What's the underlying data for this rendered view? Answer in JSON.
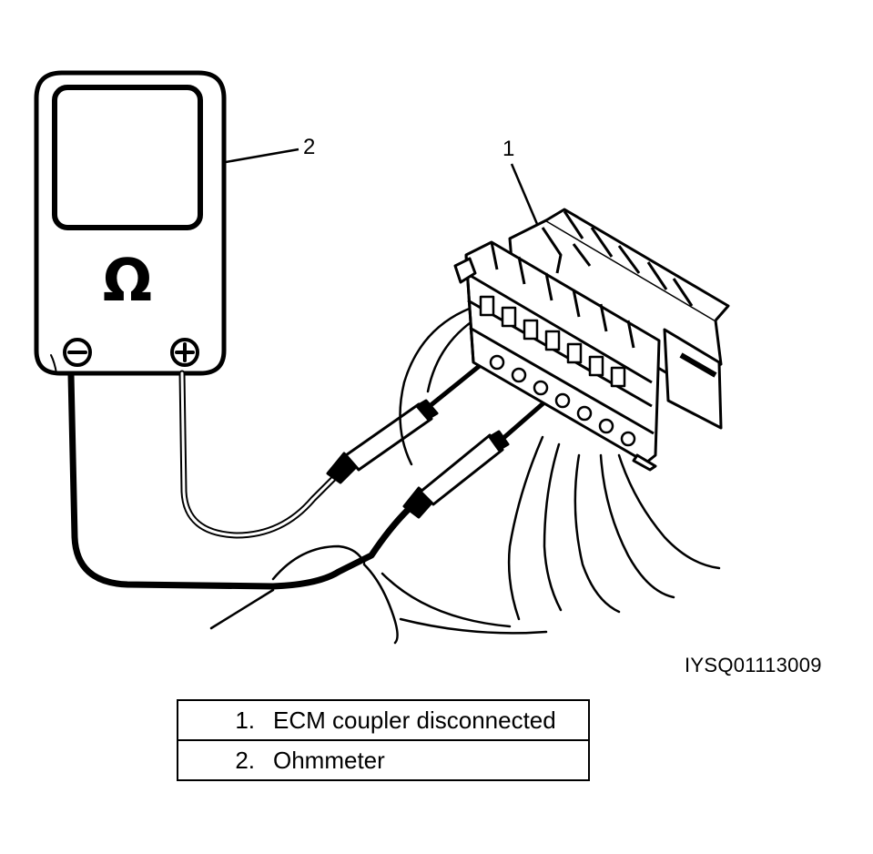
{
  "callouts": {
    "coupler_number": "1",
    "ohmmeter_number": "2"
  },
  "meter": {
    "symbol": "Ω",
    "negative_terminal_icon": "minus-circle-icon",
    "positive_terminal_icon": "plus-circle-icon"
  },
  "figure_code": "IYSQ01113009",
  "legend": [
    {
      "number": "1.",
      "text": "ECM coupler disconnected"
    },
    {
      "number": "2.",
      "text": "Ohmmeter"
    }
  ],
  "colors": {
    "ink": "#000000",
    "paper": "#ffffff"
  }
}
